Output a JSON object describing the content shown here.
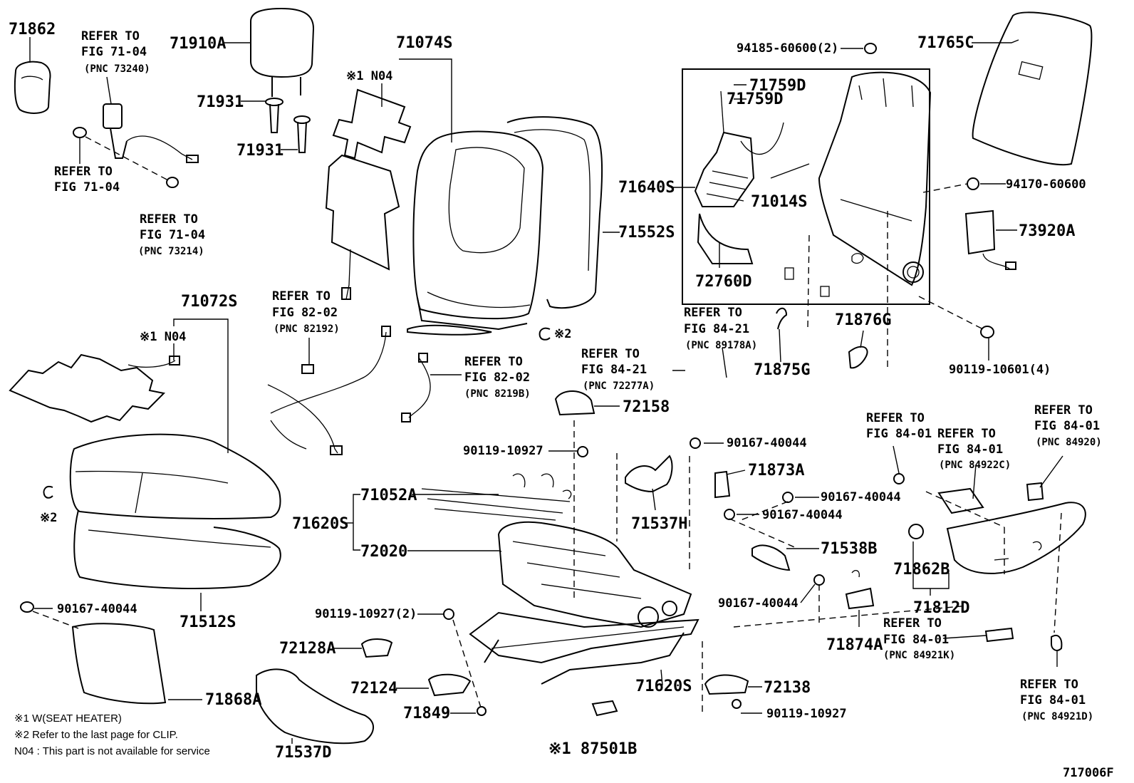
{
  "figure_code": "717006F",
  "parts": {
    "p71862": "71862",
    "p71910A": "71910A",
    "p71931a": "71931",
    "p71931b": "71931",
    "p71074S": "71074S",
    "n04_top": "※1 N04",
    "p94185": "94185-60600(2)",
    "p71765C": "71765C",
    "p71759D_a": "71759D",
    "p71759D_b": "71759D",
    "p71640S": "71640S",
    "p71014S": "71014S",
    "p71552S": "71552S",
    "p72760D": "72760D",
    "p94170": "94170-60600",
    "p73920A": "73920A",
    "p71072S": "71072S",
    "n04_mid": "※1 N04",
    "clip2_a": "※2",
    "clip2_b": "※2",
    "p71875G": "71875G",
    "p71876G": "71876G",
    "p90119_10601": "90119-10601(4)",
    "p72158": "72158",
    "p90119_10927_a": "90119-10927",
    "p90167_a": "90167-40044",
    "p71873A": "71873A",
    "p90167_b": "90167-40044",
    "p90167_c": "90167-40044",
    "p71052A": "71052A",
    "p71620S_a": "71620S",
    "p72020": "72020",
    "p71537H": "71537H",
    "p71538B": "71538B",
    "p71862B": "71862B",
    "p71812D": "71812D",
    "p71512S": "71512S",
    "p90167_d": "90167-40044",
    "p90119_10927_2": "90119-10927(2)",
    "p90167_e": "90167-40044",
    "p71874A": "71874A",
    "p72128A": "72128A",
    "p72124": "72124",
    "p71620S_b": "71620S",
    "p72138": "72138",
    "p71849": "71849",
    "p90119_10927_b": "90119-10927",
    "p71868A": "71868A",
    "p87501B": "※1 87501B",
    "p71537D": "71537D"
  },
  "refs": {
    "r1": [
      "REFER TO",
      "FIG 71-04",
      "(PNC 73240)"
    ],
    "r2": [
      "REFER TO",
      "FIG 71-04"
    ],
    "r3": [
      "REFER TO",
      "FIG 71-04",
      "(PNC 73214)"
    ],
    "r4": [
      "REFER TO",
      "FIG 82-02",
      "(PNC 82192)"
    ],
    "r5": [
      "REFER TO",
      "FIG 82-02",
      "(PNC 8219B)"
    ],
    "r6": [
      "REFER TO",
      "FIG 84-21",
      "(PNC 89178A)"
    ],
    "r7": [
      "REFER TO",
      "FIG 84-21",
      "(PNC 72277A)"
    ],
    "r8": [
      "REFER TO",
      "FIG 84-01"
    ],
    "r9": [
      "REFER TO",
      "FIG 84-01",
      "(PNC 84922C)"
    ],
    "r10": [
      "REFER TO",
      "FIG 84-01",
      "(PNC 84920)"
    ],
    "r11": [
      "REFER TO",
      "FIG 84-01",
      "(PNC 84921K)"
    ],
    "r12": [
      "REFER TO",
      "FIG 84-01",
      "(PNC 84921D)"
    ]
  },
  "notes": [
    "※1 W(SEAT HEATER)",
    "※2 Refer to the last page for CLIP.",
    "N04 : This part is not available for service"
  ]
}
